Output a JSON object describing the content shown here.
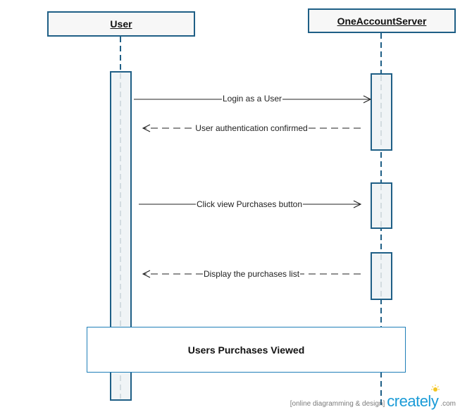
{
  "participants": {
    "user": "User",
    "server": "OneAccountServer"
  },
  "messages": [
    {
      "label": "Login as a User",
      "from": "user",
      "to": "server",
      "style": "solid"
    },
    {
      "label": "User authentication confirmed",
      "from": "server",
      "to": "user",
      "style": "dashed"
    },
    {
      "label": "Click view Purchases button",
      "from": "user",
      "to": "server",
      "style": "solid"
    },
    {
      "label": "Display the purchases list",
      "from": "server",
      "to": "user",
      "style": "dashed"
    }
  ],
  "note": {
    "text": "Users Purchases Viewed"
  },
  "watermark": {
    "tagline": "[online diagramming & design]",
    "brand": "creately",
    "suffix": ".com"
  },
  "colors": {
    "border": "#1f5f86",
    "activation_fill": "#f0f4f6",
    "line": "#222222",
    "note_border": "#1f7fb8",
    "brand": "#1a9bd7"
  }
}
